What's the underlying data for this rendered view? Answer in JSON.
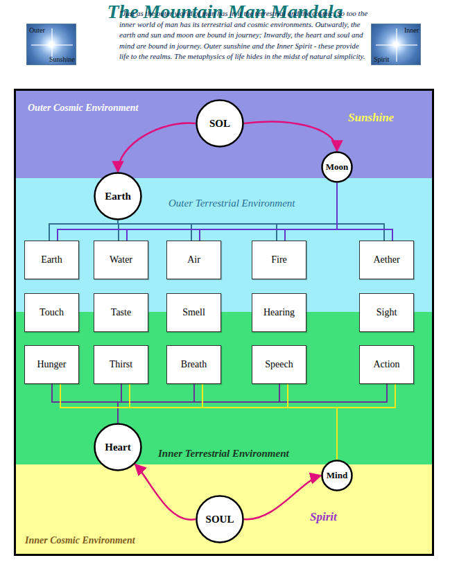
{
  "diagram": {
    "title": "The Mountain Man Mandala",
    "nodes": [
      {
        "text": [
          "Outer",
          "Sunshine"
        ]
      },
      {
        "text": [
          "Inner",
          "Spirit"
        ]
      },
      {
        "text": [
          "Outer Cosmic Environment",
          "Sunshine"
        ]
      },
      {
        "text": [
          "SOL"
        ],
        "in": 2
      },
      {
        "text": [
          "Moon"
        ]
      },
      {
        "text": [
          "Outer Terrestrial Environment"
        ]
      },
      {
        "text": [
          "Earth"
        ],
        "in": 5
      },
      {
        "text": [
          "Earth"
        ],
        "in": 5
      },
      {
        "text": [
          "Water"
        ],
        "in": 5
      },
      {
        "text": [
          "Air"
        ],
        "in": 5
      },
      {
        "text": [
          "Fire"
        ],
        "in": 5
      },
      {
        "text": [
          "Aether"
        ],
        "in": 5
      },
      {
        "text": [
          "Touch"
        ]
      },
      {
        "text": [
          "Taste"
        ]
      },
      {
        "text": [
          "Smell"
        ]
      },
      {
        "text": [
          "Hearing"
        ]
      },
      {
        "text": [
          "Sight"
        ]
      },
      {
        "text": [
          "Inner Terrestrial Environment"
        ]
      },
      {
        "text": [
          "Hunger"
        ],
        "in": 17
      },
      {
        "text": [
          "Thirst"
        ],
        "in": 17
      },
      {
        "text": [
          "Breath"
        ],
        "in": 17
      },
      {
        "text": [
          "Speech"
        ],
        "in": 17
      },
      {
        "text": [
          "Action"
        ],
        "in": 17
      },
      {
        "text": [
          "Heart"
        ]
      },
      {
        "text": [
          "Inner Cosmic Environment",
          "Spirit"
        ]
      },
      {
        "text": [
          "Mind"
        ]
      },
      {
        "text": [
          "SOUL"
        ],
        "in": 24
      }
    ],
    "edges": [
      {
        "from": 3,
        "to": 6,
        "arrow": "to"
      },
      {
        "from": 3,
        "to": 4,
        "arrow": "to"
      },
      {
        "from": 6,
        "to": 7,
        "arrow": "none"
      },
      {
        "from": 6,
        "to": 8,
        "arrow": "none"
      },
      {
        "from": 6,
        "to": 9,
        "arrow": "none"
      },
      {
        "from": 6,
        "to": 10,
        "arrow": "none"
      },
      {
        "from": 6,
        "to": 11,
        "arrow": "none"
      },
      {
        "from": 4,
        "to": 7,
        "arrow": "none"
      },
      {
        "from": 4,
        "to": 8,
        "arrow": "none"
      },
      {
        "from": 4,
        "to": 9,
        "arrow": "none"
      },
      {
        "from": 4,
        "to": 10,
        "arrow": "none"
      },
      {
        "from": 4,
        "to": 11,
        "arrow": "none"
      },
      {
        "from": 18,
        "to": 23,
        "arrow": "none"
      },
      {
        "from": 19,
        "to": 23,
        "arrow": "none"
      },
      {
        "from": 20,
        "to": 23,
        "arrow": "none"
      },
      {
        "from": 21,
        "to": 23,
        "arrow": "none"
      },
      {
        "from": 22,
        "to": 23,
        "arrow": "none"
      },
      {
        "from": 18,
        "to": 25,
        "arrow": "none"
      },
      {
        "from": 19,
        "to": 25,
        "arrow": "none"
      },
      {
        "from": 20,
        "to": 25,
        "arrow": "none"
      },
      {
        "from": 21,
        "to": 25,
        "arrow": "none"
      },
      {
        "from": 22,
        "to": 25,
        "arrow": "none"
      },
      {
        "from": 26,
        "to": 23,
        "arrow": "to"
      },
      {
        "from": 26,
        "to": 25,
        "arrow": "to"
      }
    ],
    "labels": [
      "\"Just as the outer world of man has in it the terrestrial and the cosmic, So too the inner world of man has its terrestrial and cosmic environments. Outwardly, the earth and sun and moon are bound in journey; Inwardly, the heart and soul and mind are bound in journey. Outer sunshine and the Inner Spirit - these provide life to the realms. The metaphysics of life hides in the midst of natural simplicity."
    ]
  }
}
